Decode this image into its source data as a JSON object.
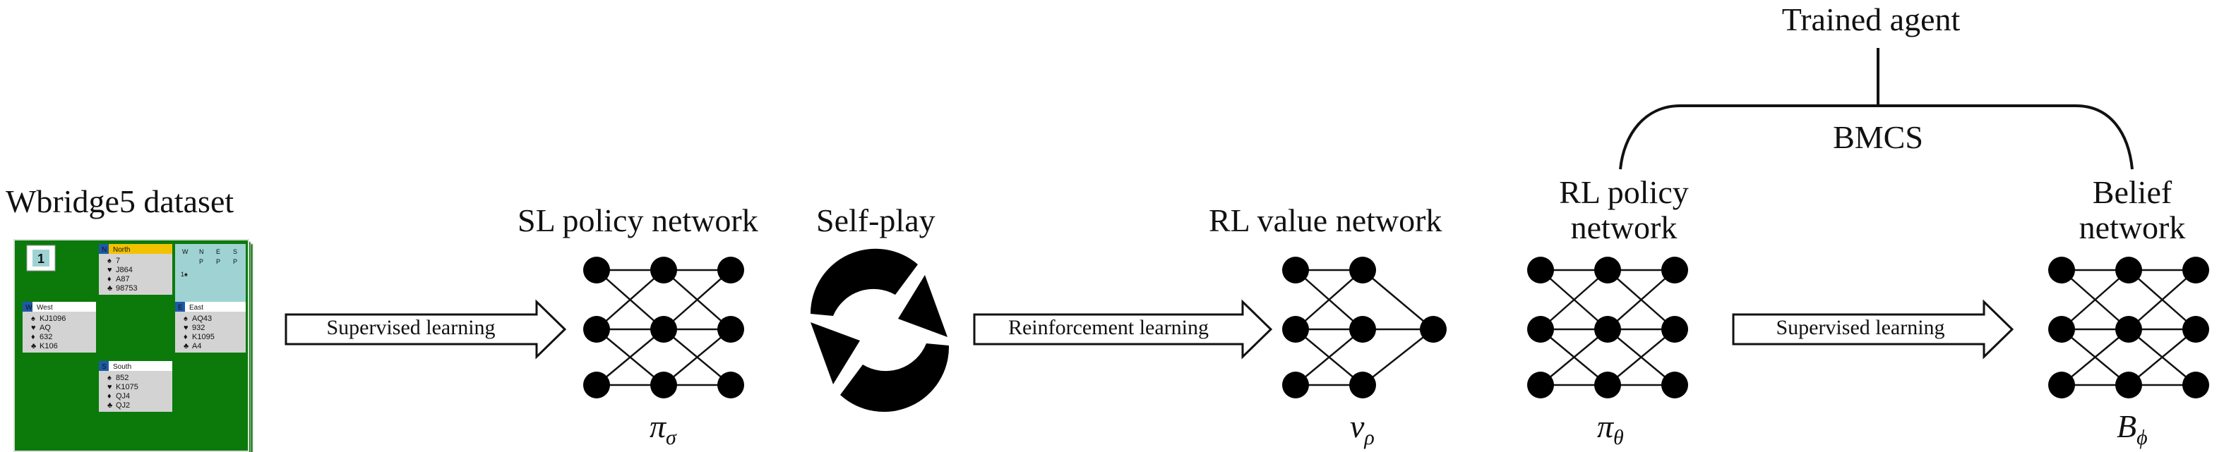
{
  "labels": {
    "dataset": "Wbridge5 dataset",
    "sl_policy": "SL policy network",
    "self_play": "Self-play",
    "rl_value": "RL value network",
    "rl_policy_line1": "RL policy",
    "rl_policy_line2": "network",
    "belief_line1": "Belief",
    "belief_line2": "network",
    "trained_agent": "Trained agent",
    "bmcs": "BMCS"
  },
  "arrows": {
    "supervised_1": "Supervised learning",
    "reinforcement": "Reinforcement learning",
    "supervised_2": "Supervised learning"
  },
  "symbols": {
    "sl_policy": {
      "base": "π",
      "sub": "σ"
    },
    "rl_value": {
      "base": "v",
      "sub": "ρ"
    },
    "rl_policy": {
      "base": "π",
      "sub": "θ"
    },
    "belief": {
      "base": "B",
      "sub": "ϕ"
    }
  },
  "bridge_board": {
    "board_number": "1",
    "north": {
      "label": "North",
      "seat": "N",
      "spades": "7",
      "hearts": "J864",
      "diamonds": "A87",
      "clubs": "98753"
    },
    "west": {
      "label": "West",
      "seat": "W",
      "spades": "KJ1096",
      "hearts": "AQ",
      "diamonds": "632",
      "clubs": "K106"
    },
    "east": {
      "label": "East",
      "seat": "E",
      "spades": "AQ43",
      "hearts": "932",
      "diamonds": "K1095",
      "clubs": "A4"
    },
    "south": {
      "label": "South",
      "seat": "S",
      "spades": "852",
      "hearts": "K1075",
      "diamonds": "QJ4",
      "clubs": "QJ2"
    },
    "bidding_header": [
      "W",
      "N",
      "E",
      "S"
    ],
    "bidding_row2": [
      "P",
      "P",
      "P"
    ],
    "first_bid": "1♠"
  },
  "colors": {
    "table_green": "#0b7a0b",
    "north_header": "#f2c200",
    "bidding_bg": "#9fd3d3",
    "hand_bg": "#d3d3d3",
    "node": "#000000",
    "diamond_heart_red": "#d40000"
  }
}
